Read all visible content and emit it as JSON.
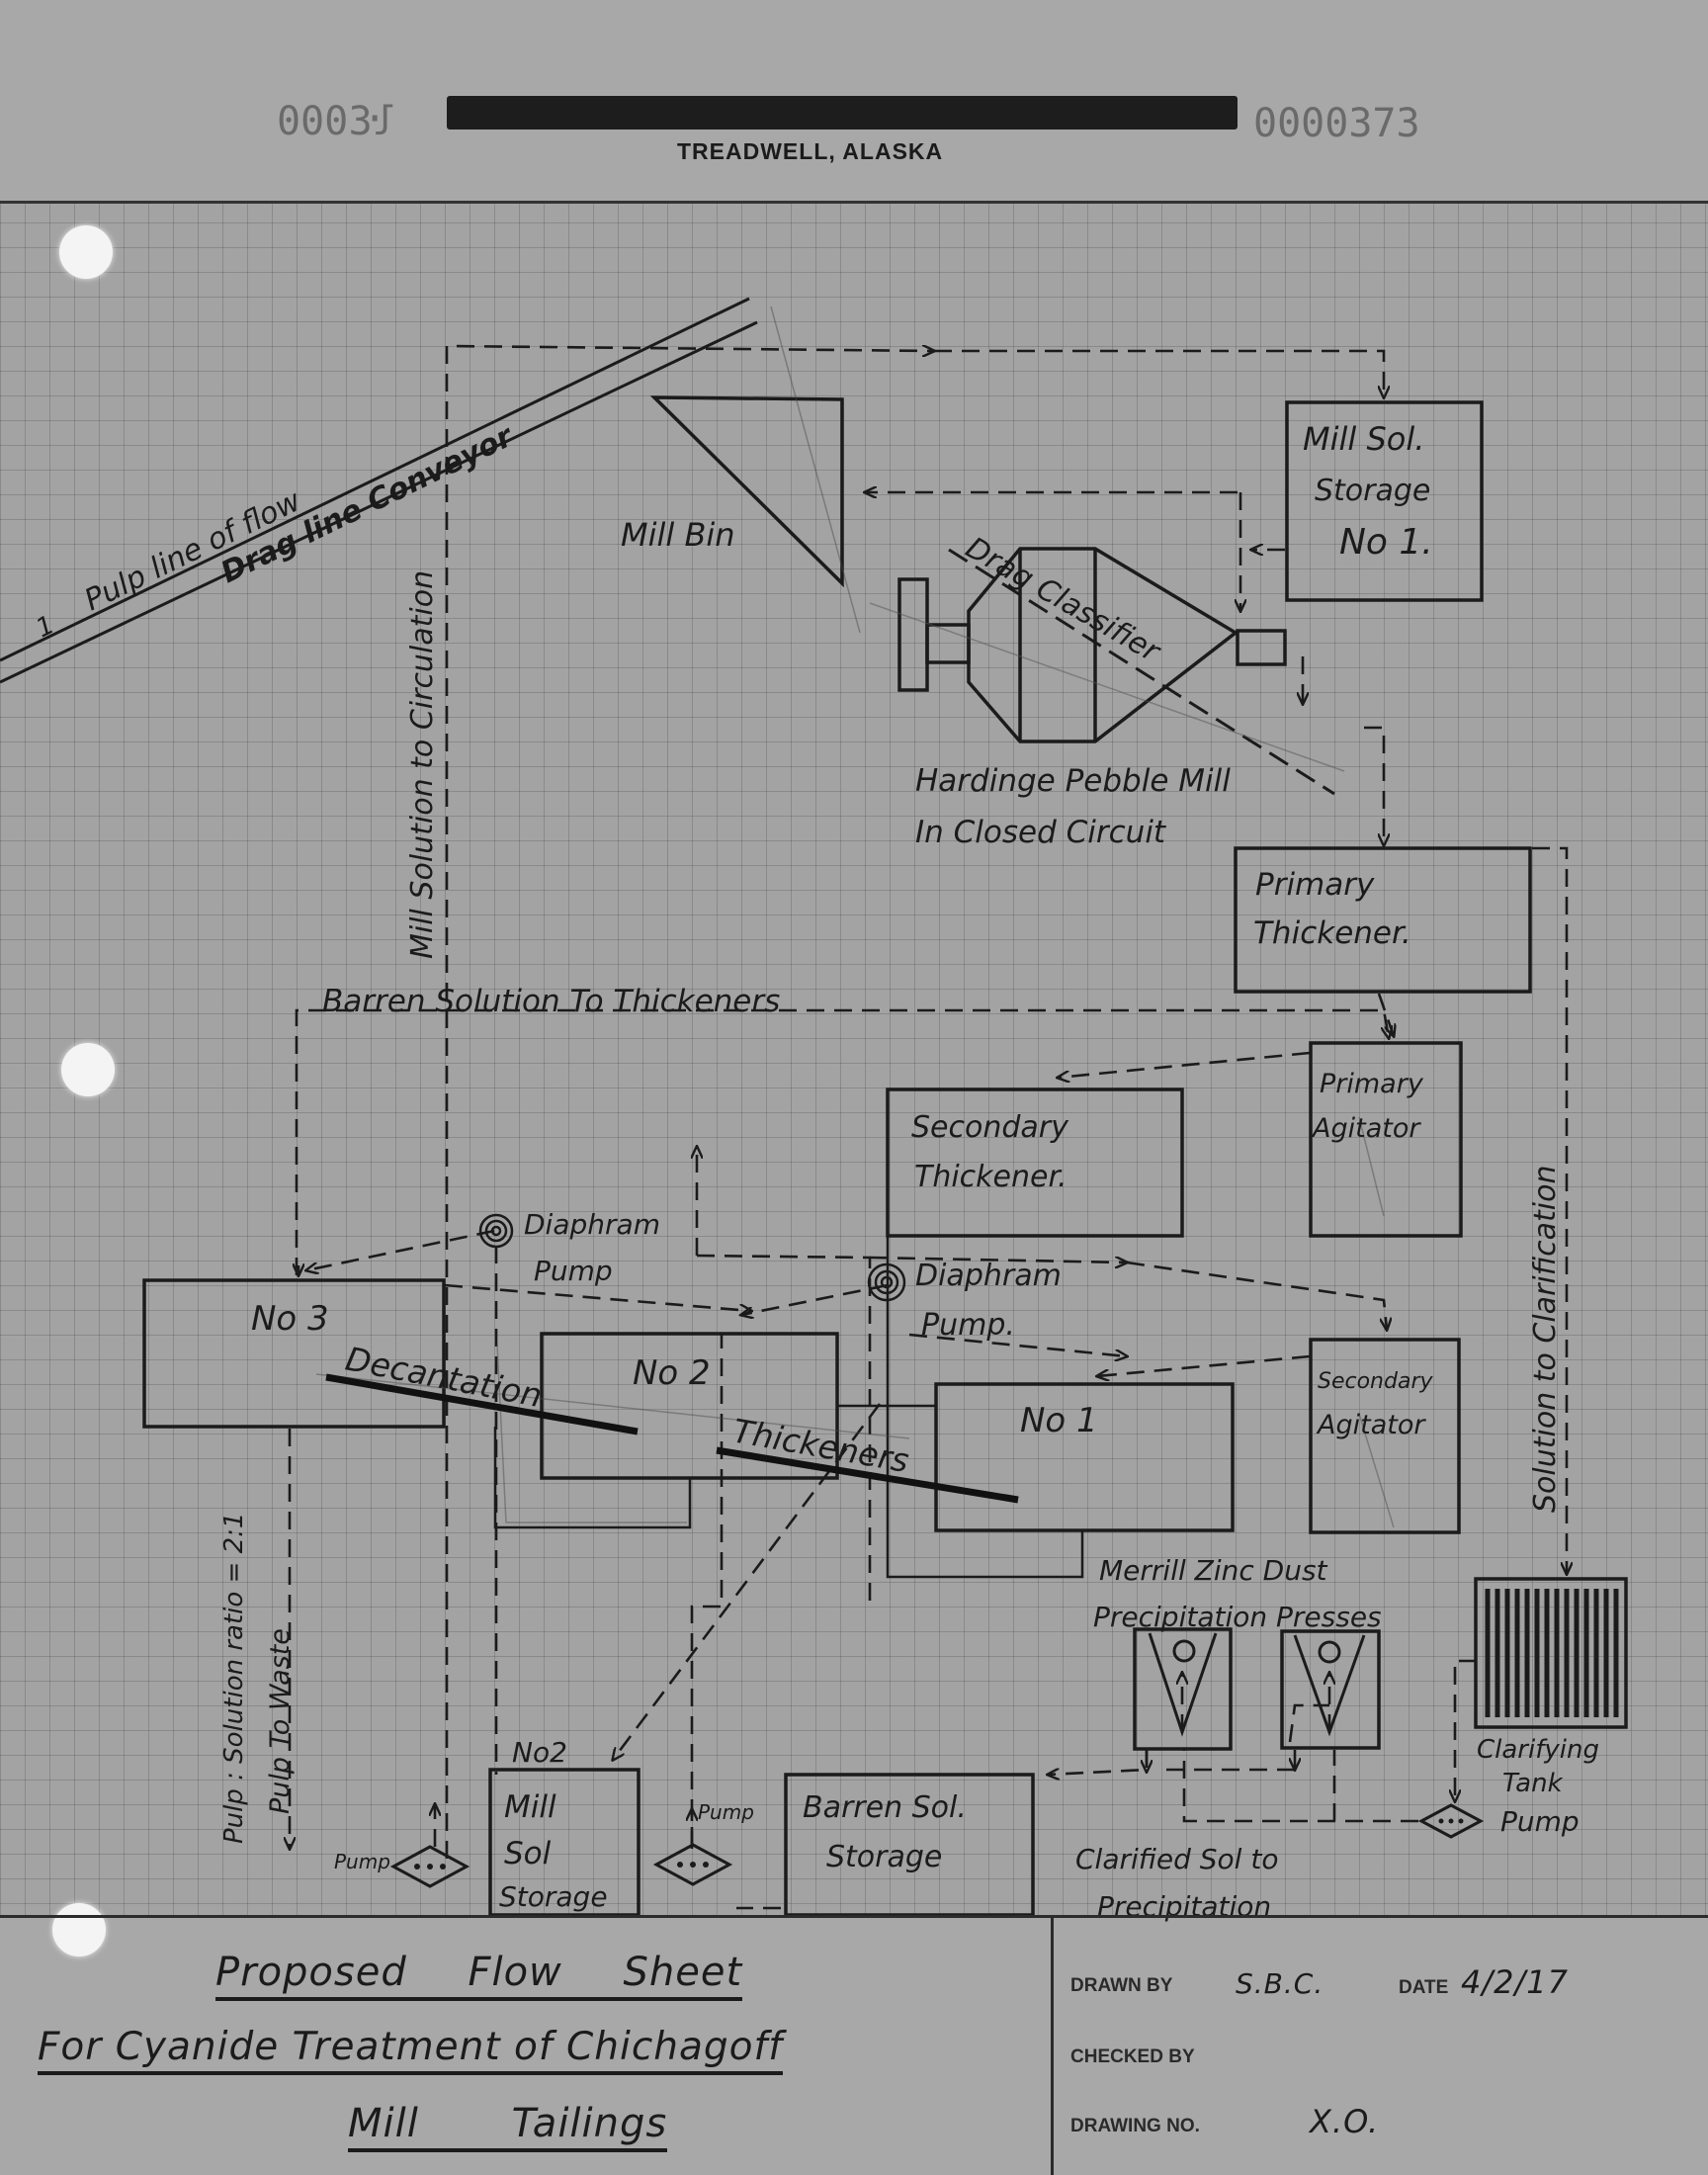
{
  "header": {
    "stamp_left": "ŀƐ000",
    "stamp_right": "0000373",
    "company": "TREADWELL, ALASKA"
  },
  "diagram": {
    "labels": {
      "pulp_line": "Pulp line of flow",
      "pulp_line_prefix": "1",
      "drag_line": "Drag line Conveyor",
      "mill_solution_circulation": "Mill Solution to Circulation",
      "mill_bin": "Mill Bin",
      "drag_classifier": "Drag Classifier",
      "pebble_mill_line1": "Hardinge Pebble Mill",
      "pebble_mill_line2": "In Closed Circuit",
      "barren_solution": "Barren Solution To Thickeners",
      "solution_clarification": "Solution to Clarification",
      "diaphram_pump_1_line1": "Diaphram",
      "diaphram_pump_1_line2": "Pump",
      "diaphram_pump_2_line1": "Diaphram",
      "diaphram_pump_2_line2": "Pump.",
      "decantation": "Decantation",
      "thickeners": "Thickeners",
      "merrill_line1": "Merrill Zinc Dust",
      "merrill_line2": "Precipitation Presses",
      "pulp_ratio": "Pulp : Solution ratio = 2:1",
      "pulp_waste": "Pulp To Waste",
      "no2_tag": "No2",
      "pump_left": "Pump",
      "pump_mid": "Pump",
      "pump_right": "Pump",
      "clarifying_line1": "Clarifying",
      "clarifying_line2": "Tank",
      "clarified_line1": "Clarified Sol to",
      "clarified_line2": "Precipitation"
    },
    "boxes": {
      "mill_sol_storage": [
        "Mill Sol.",
        "Storage",
        "No 1."
      ],
      "primary_thickener": [
        "Primary",
        "Thickener."
      ],
      "primary_agitator": [
        "Primary",
        "Agitator"
      ],
      "secondary_thickener": [
        "Secondary",
        "Thickener."
      ],
      "secondary_agitator": [
        "Secondary",
        "Agitator"
      ],
      "no3": [
        "No 3"
      ],
      "no2": [
        "No 2"
      ],
      "no1": [
        "No 1"
      ],
      "mill_sol_storage_2": [
        "Mill",
        "Sol",
        "Storage"
      ],
      "barren_sol_storage": [
        "Barren Sol.",
        "Storage"
      ]
    }
  },
  "title_block": {
    "title_line1": "Proposed Flow Sheet",
    "title_line2": "For Cyanide Treatment of Chichagoff",
    "title_line3": "Mill Tailings",
    "drawn_by_label": "DRAWN BY",
    "drawn_by_value": "S.B.C.",
    "date_label": "DATE",
    "date_value": "4/2/17",
    "checked_by_label": "CHECKED BY",
    "checked_by_value": "",
    "drawing_no_label": "DRAWING NO.",
    "drawing_no_value": "X.O."
  }
}
